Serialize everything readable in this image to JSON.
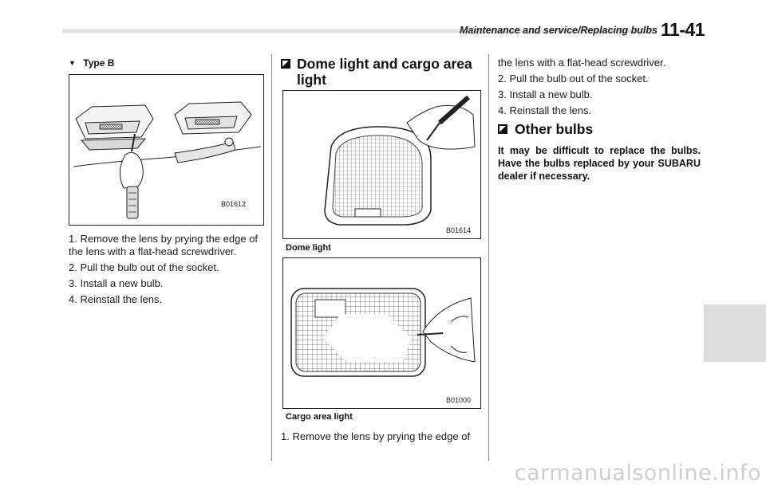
{
  "header": {
    "title": "Maintenance and service/Replacing bulbs",
    "page_number": "11-41"
  },
  "left_column": {
    "subheading": "Type B",
    "figure_code": "B01612",
    "steps": [
      "1.  Remove the lens by prying the edge of the lens with a flat-head screwdriver.",
      "2.  Pull the bulb out of the socket.",
      "3.  Install a new bulb.",
      "4.  Reinstall the lens."
    ]
  },
  "middle_column": {
    "section_title": "Dome light and cargo area light",
    "dome_figure_code": "B01614",
    "dome_caption": "Dome light",
    "cargo_figure_code": "B01000",
    "cargo_caption": "Cargo area light",
    "step1": "1.  Remove the lens by prying the edge of"
  },
  "right_column": {
    "continuation": "the lens with a flat-head screwdriver.",
    "steps": [
      "2.  Pull the bulb out of the socket.",
      "3.  Install a new bulb.",
      "4.  Reinstall the lens."
    ],
    "section_title": "Other bulbs",
    "note": "It may be difficult to replace the bulbs. Have the bulbs replaced by your SUBARU dealer if necessary."
  },
  "watermark": "carmanualsonline.info"
}
